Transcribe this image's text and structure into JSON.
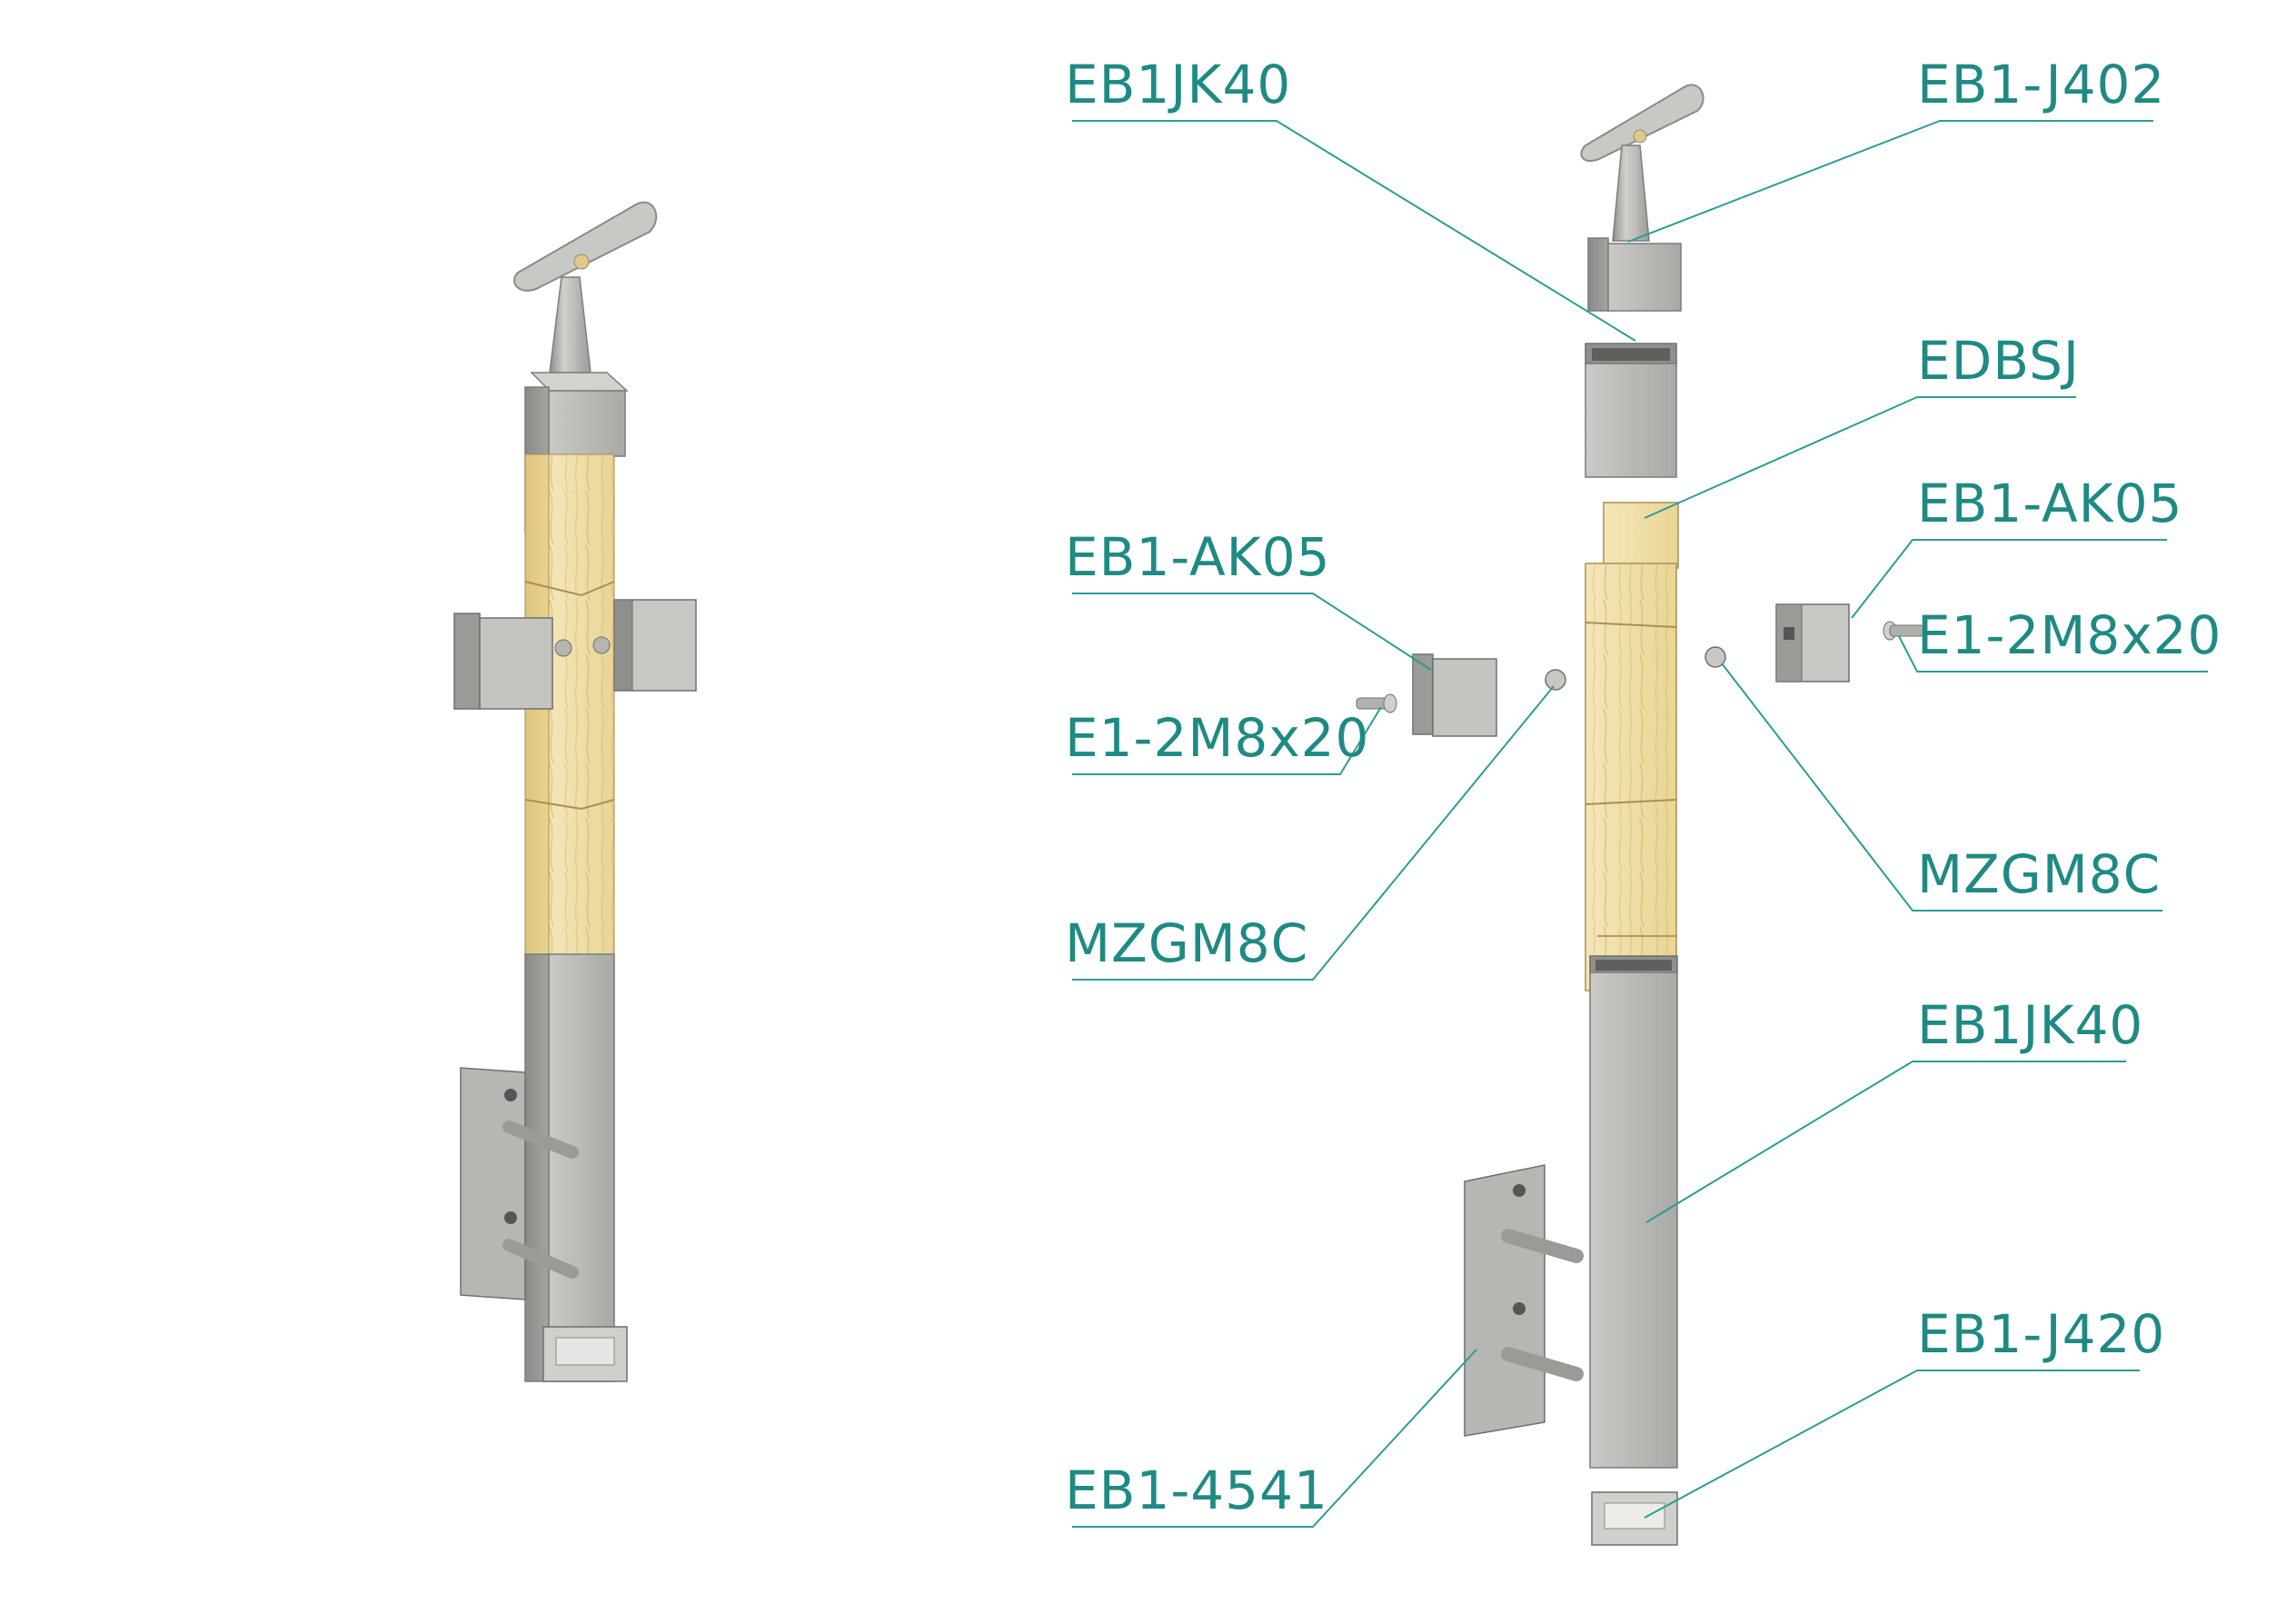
{
  "colors": {
    "label": "#1f8a84",
    "leader": "#2a9d96",
    "steel_light": "#d6d6d4",
    "steel_mid": "#b2b2af",
    "steel_dark": "#7a7a78",
    "wood_light": "#f2e2ae",
    "wood_mid": "#e6cf8d",
    "wood_grain": "#c9ad69"
  },
  "labels": [
    {
      "id": "eb1jk40-top",
      "text": "EB1JK40"
    },
    {
      "id": "eb1-j402",
      "text": "EB1-J402"
    },
    {
      "id": "edbsj",
      "text": "EDBSJ"
    },
    {
      "id": "eb1-ak05-right",
      "text": "EB1-AK05"
    },
    {
      "id": "e1-2m8x20-right",
      "text": "E1-2M8x20"
    },
    {
      "id": "eb1-ak05-left",
      "text": "EB1-AK05"
    },
    {
      "id": "e1-2m8x20-left",
      "text": "E1-2M8x20"
    },
    {
      "id": "mzgm8c-left",
      "text": "MZGM8C"
    },
    {
      "id": "mzgm8c-right",
      "text": "MZGM8C"
    },
    {
      "id": "eb1jk40-bottom",
      "text": "EB1JK40"
    },
    {
      "id": "eb1-j420",
      "text": "EB1-J420"
    },
    {
      "id": "eb1-4541",
      "text": "EB1-4541"
    }
  ]
}
